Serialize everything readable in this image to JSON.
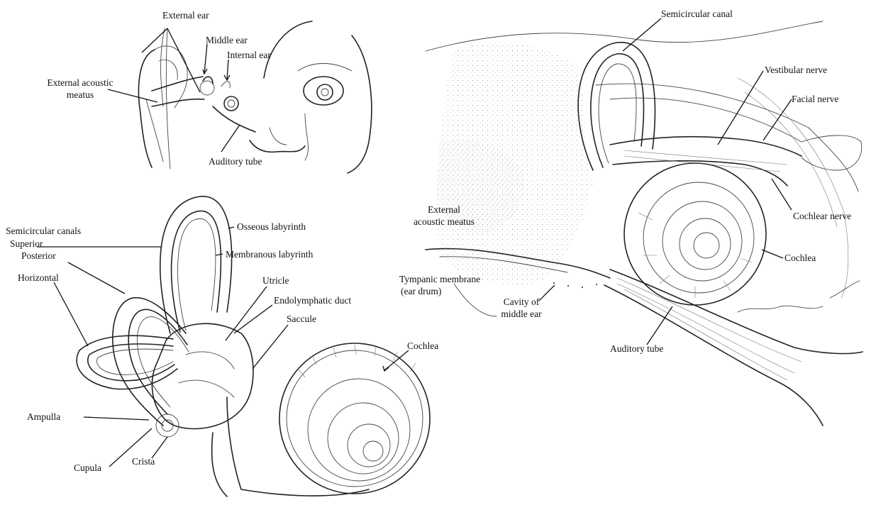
{
  "figure": {
    "panel_head": {
      "labels": {
        "external_ear": "External ear",
        "middle_ear": "Middle ear",
        "internal_ear": "Internal ear",
        "external_acoustic_meatus_1": "External acoustic",
        "external_acoustic_meatus_2": "meatus",
        "auditory_tube": "Auditory tube"
      }
    },
    "panel_labyrinth": {
      "labels": {
        "semicircular_canals": "Semicircular canals",
        "superior": "Superior",
        "posterior": "Posterior",
        "horizontal": "Horizontal",
        "osseous_labyrinth": "Osseous labyrinth",
        "membranous_labyrinth": "Membranous labyrinth",
        "utricle": "Utricle",
        "endolymphatic_duct": "Endolymphatic duct",
        "saccule": "Saccule",
        "cochlea": "Cochlea",
        "ampulla": "Ampulla",
        "cupula": "Cupula",
        "crista": "Crista"
      }
    },
    "panel_section": {
      "labels": {
        "semicircular_canal": "Semicircular canal",
        "vestibular_nerve": "Vestibular nerve",
        "facial_nerve": "Facial nerve",
        "cochlear_nerve": "Cochlear nerve",
        "cochlea": "Cochlea",
        "external_acoustic_meatus_1": "External",
        "external_acoustic_meatus_2": "acoustic meatus",
        "tympanic_membrane_1": "Tympanic membrane",
        "tympanic_membrane_2": "(ear drum)",
        "cavity_1": "Cavity of",
        "cavity_2": "middle ear",
        "auditory_tube": "Auditory tube"
      }
    }
  }
}
